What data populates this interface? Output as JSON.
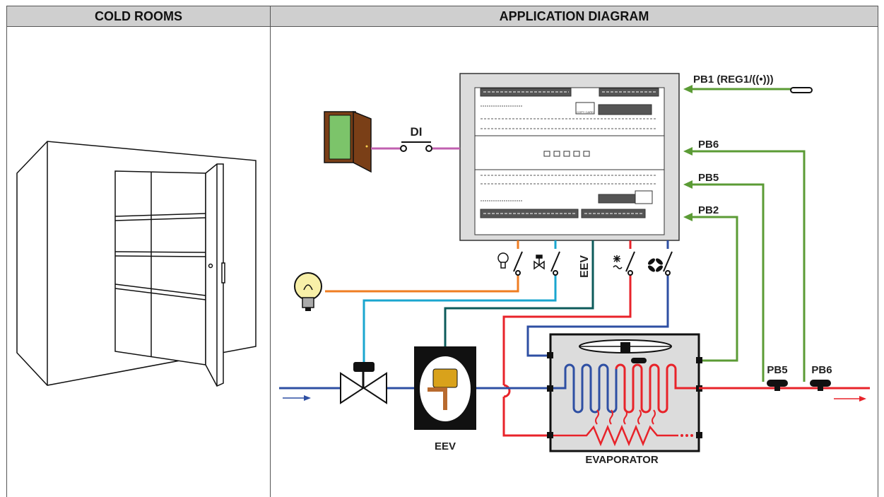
{
  "header": {
    "left_title": "COLD ROOMS",
    "right_title": "APPLICATION DIAGRAM"
  },
  "diagram": {
    "probes": {
      "pb1": "PB1 (REG1/((•)))",
      "pb6": "PB6",
      "pb5": "PB5",
      "pb2": "PB2"
    },
    "door_input": "DI",
    "eev_vertical": "EEV",
    "eev_label": "EEV",
    "evaporator_label": "EVAPORATOR",
    "pipe_probe_pb5": "PB5",
    "pipe_probe_pb6": "PB6",
    "copy_card": "COPY CARD",
    "colors": {
      "suction": "#e8232a",
      "liquid": "#2e4fa3",
      "probe": "#5b9b35",
      "light": "#ef7d22",
      "valve": "#1aa6cf",
      "eev": "#0d5b5b",
      "door": "#c060b0",
      "panel": "#dcdcdc"
    },
    "icons": [
      "light-bulb-icon",
      "solenoid-valve-icon",
      "defrost-icon",
      "fan-icon",
      "door-icon",
      "bulb-icon",
      "eev-valve-icon"
    ]
  }
}
